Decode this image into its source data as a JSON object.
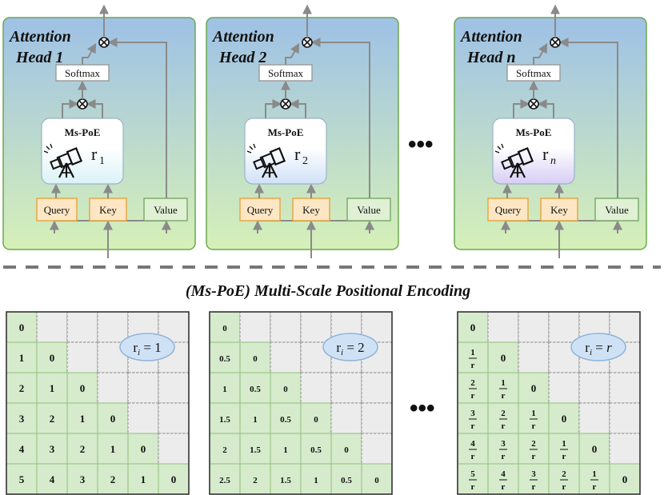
{
  "heads": [
    {
      "title_line1": "Attention",
      "title_line2": "Head 1",
      "softmax": "Softmax",
      "mspoe": "Ms-PoE",
      "r_base": "r",
      "r_sub": "1",
      "query": "Query",
      "key": "Key",
      "value": "Value",
      "tint": "#d9f2f7"
    },
    {
      "title_line1": "Attention",
      "title_line2": "Head 2",
      "softmax": "Softmax",
      "mspoe": "Ms-PoE",
      "r_base": "r",
      "r_sub": "2",
      "query": "Query",
      "key": "Key",
      "value": "Value",
      "tint": "#cfe1f7"
    },
    {
      "title_line1": "Attention",
      "title_line2": "Head n",
      "softmax": "Softmax",
      "mspoe": "Ms-PoE",
      "r_base": "r",
      "r_sub": "n",
      "query": "Query",
      "key": "Key",
      "value": "Value",
      "tint": "#d7cdf5"
    }
  ],
  "top_ellipsis": "•••",
  "caption": "(Ms-PoE) Multi-Scale Positional Encoding",
  "matrices": [
    {
      "badge_base": "r",
      "badge_sub": "i",
      "badge_eq": " = ",
      "badge_val": "1",
      "badge_val_italic": false,
      "rows": [
        [
          "0"
        ],
        [
          "1",
          "0"
        ],
        [
          "2",
          "1",
          "0"
        ],
        [
          "3",
          "2",
          "1",
          "0"
        ],
        [
          "4",
          "3",
          "2",
          "1",
          "0"
        ],
        [
          "5",
          "4",
          "3",
          "2",
          "1",
          "0"
        ]
      ]
    },
    {
      "badge_base": "r",
      "badge_sub": "i",
      "badge_eq": " = ",
      "badge_val": "2",
      "badge_val_italic": false,
      "rows": [
        [
          "0"
        ],
        [
          "0.5",
          "0"
        ],
        [
          "1",
          "0.5",
          "0"
        ],
        [
          "1.5",
          "1",
          "0.5",
          "0"
        ],
        [
          "2",
          "1.5",
          "1",
          "0.5",
          "0"
        ],
        [
          "2.5",
          "2",
          "1.5",
          "1",
          "0.5",
          "0"
        ]
      ]
    },
    {
      "badge_base": "r",
      "badge_sub": "i",
      "badge_eq": " = ",
      "badge_val": "r",
      "badge_val_italic": true,
      "rows": [
        [
          "0"
        ],
        [
          {
            "num": "1",
            "den": "r"
          },
          "0"
        ],
        [
          {
            "num": "2",
            "den": "r"
          },
          {
            "num": "1",
            "den": "r"
          },
          "0"
        ],
        [
          {
            "num": "3",
            "den": "r"
          },
          {
            "num": "2",
            "den": "r"
          },
          {
            "num": "1",
            "den": "r"
          },
          "0"
        ],
        [
          {
            "num": "4",
            "den": "r"
          },
          {
            "num": "3",
            "den": "r"
          },
          {
            "num": "2",
            "den": "r"
          },
          {
            "num": "1",
            "den": "r"
          },
          "0"
        ],
        [
          {
            "num": "5",
            "den": "r"
          },
          {
            "num": "4",
            "den": "r"
          },
          {
            "num": "3",
            "den": "r"
          },
          {
            "num": "2",
            "den": "r"
          },
          {
            "num": "1",
            "den": "r"
          },
          "0"
        ]
      ]
    }
  ],
  "bottom_ellipsis": "•••",
  "colors": {
    "panel_top": "#9ec1e6",
    "panel_bottom": "#d6f0b8",
    "panel_border": "#6aa84f",
    "query_fill": "#fde6c4",
    "query_border": "#e8a33d",
    "key_fill": "#fde6c4",
    "key_border": "#e8a33d",
    "value_fill": "#dff0d4",
    "value_border": "#7aa866",
    "softmax_fill": "#ffffff",
    "arrow": "#8a8a8a",
    "cell_green": "#d6ebcc",
    "cell_gray": "#ececec",
    "grid_line": "#555555",
    "badge_fill": "#cfe2f5",
    "badge_border": "#8fb3d9"
  }
}
